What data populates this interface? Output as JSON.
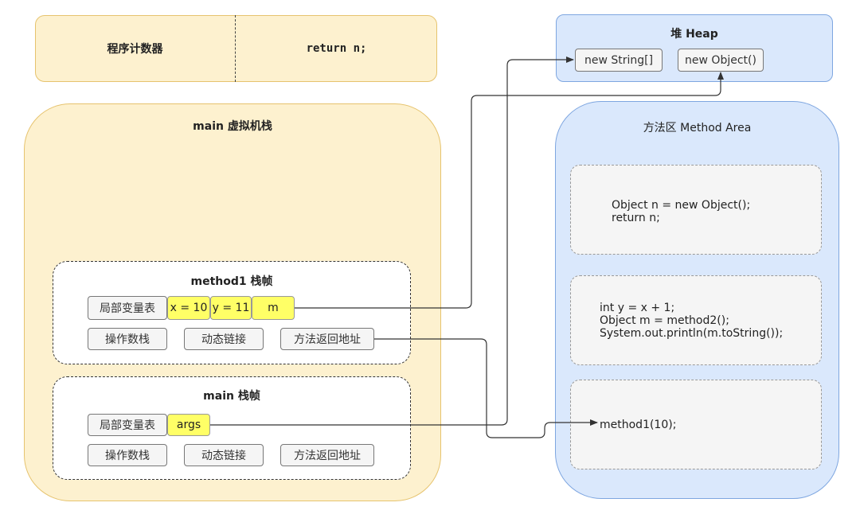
{
  "program_counter": {
    "label": "程序计数器",
    "value": "return n;"
  },
  "vm_stack": {
    "title": "main 虚拟机栈",
    "frames": [
      {
        "title": "method1 栈帧",
        "local_vars_label": "局部变量表",
        "vars": [
          "x = 10",
          "y = 11",
          "m"
        ],
        "operand_stack": "操作数栈",
        "dynamic_link": "动态链接",
        "return_address": "方法返回地址"
      },
      {
        "title": "main 栈帧",
        "local_vars_label": "局部变量表",
        "vars": [
          "args"
        ],
        "operand_stack": "操作数栈",
        "dynamic_link": "动态链接",
        "return_address": "方法返回地址"
      }
    ]
  },
  "heap": {
    "title": "堆 Heap",
    "objects": [
      "new String[]",
      "new Object()"
    ]
  },
  "method_area": {
    "title": "方法区 Method Area",
    "blocks": [
      {
        "lines": [
          "Object n = new Object();",
          "return n;"
        ]
      },
      {
        "lines": [
          "int y = x + 1;",
          "Object m = method2();",
          "System.out.println(m.toString());"
        ]
      },
      {
        "lines": [
          "method1(10);"
        ]
      }
    ]
  },
  "colors": {
    "stack_fill": "#fdf1cf",
    "stack_border": "#e6c36e",
    "blue_fill": "#dae8fc",
    "blue_border": "#7ea6e0",
    "highlight": "#ffff66"
  }
}
